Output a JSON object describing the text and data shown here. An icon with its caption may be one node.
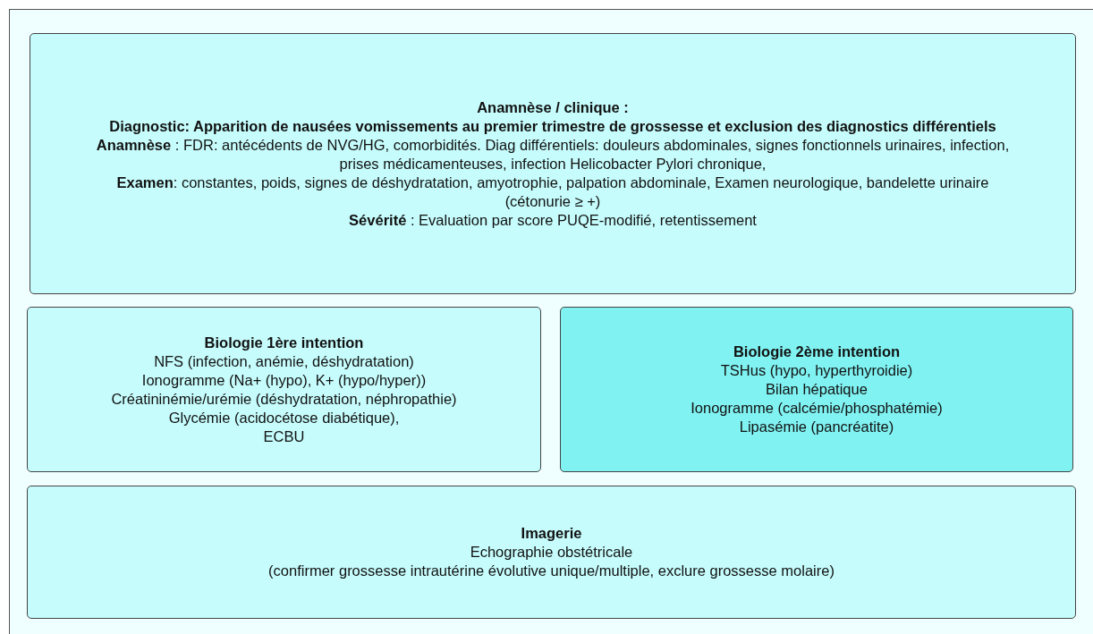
{
  "diagram": {
    "nodes": [
      {
        "text": [
          "Anamnèse / clinique :",
          "Diagnostic: Apparition de nausées vomissements au premier trimestre de grossesse et exclusion des diagnostics différentiels",
          "**Anamnèse** : FDR: antécédents de NVG/HG, comorbidités. Diag différentiels: douleurs abdominales, signes fonctionnels urinaires, infection, prises médicamenteuses, infection Helicobacter Pylori chronique,",
          "**Examen**: constantes, poids, signes de déshydratation, amyotrophie, palpation abdominale, Examen neurologique, bandelette urinaire (cétonurie ≥ +)",
          "**Sévérité** : Evaluation par score PUQE-modifié, retentissement"
        ]
      },
      {
        "text": [
          "Biologie 1ère intention",
          "NFS (infection, anémie, déshydratation)",
          "Ionogramme (Na+ (hypo), K+ (hypo/hyper))",
          "Créatininémie/urémie (déshydratation, néphropathie)",
          "Glycémie (acidocétose diabétique),",
          "ECBU"
        ]
      },
      {
        "text": [
          "Biologie 2ème intention",
          "TSHus (hypo, hyperthyroidie)",
          "Bilan hépatique",
          "Ionogramme (calcémie/phosphatémie)",
          "Lipasémie (pancréatite)"
        ]
      },
      {
        "text": [
          "Imagerie",
          "Echographie obstétricale",
          "(confirmer grossesse intrautérine évolutive unique/multiple, exclure grossesse molaire)"
        ]
      }
    ]
  }
}
